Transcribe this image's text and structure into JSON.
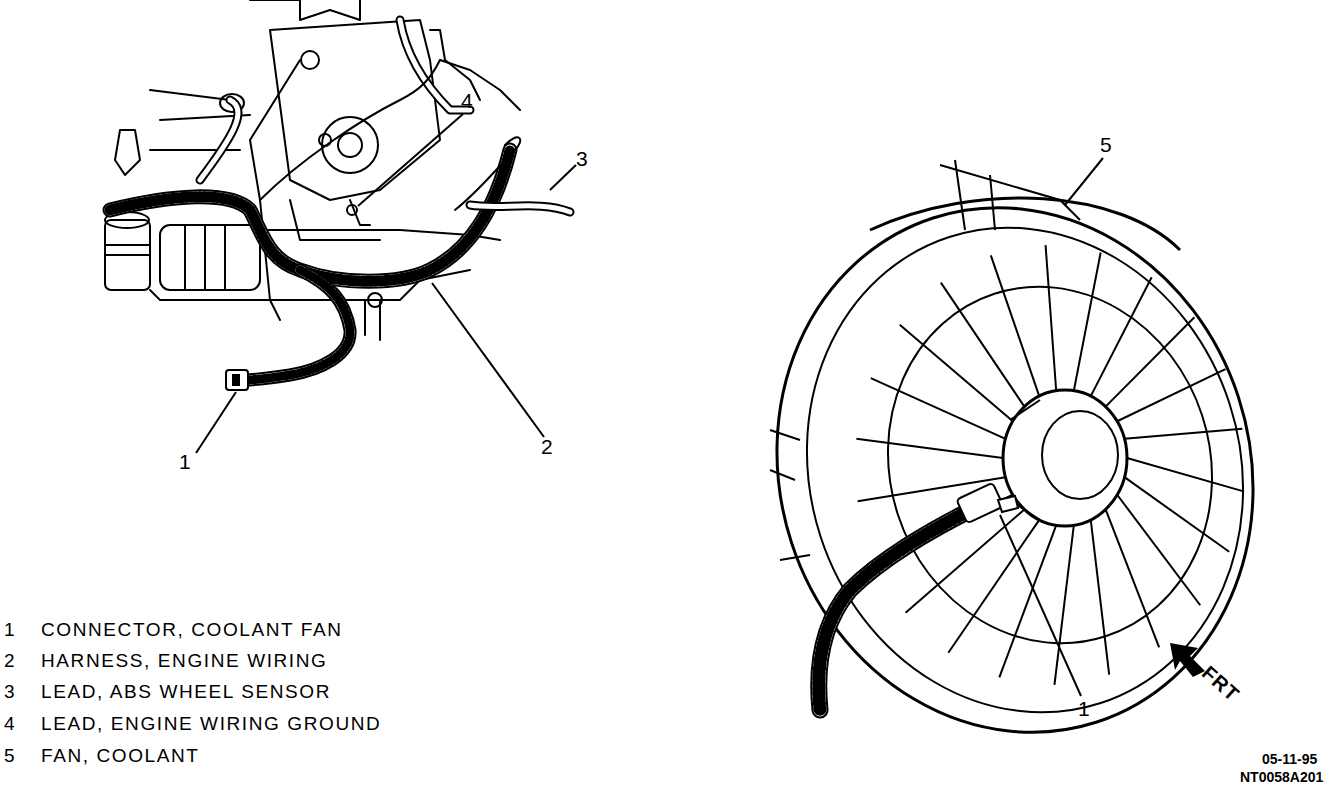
{
  "diagram": {
    "labels": [
      "4",
      "3",
      "2",
      "1",
      "5",
      "1",
      "1",
      "CONNECTOR, COOLANT FAN",
      "2",
      "HARNESS, ENGINE WIRING",
      "3",
      "LEAD, ABS WHEEL SENSOR",
      "4",
      "LEAD, ENGINE WIRING GROUND",
      "5",
      "FAN, COOLANT",
      "FRT",
      "05-11-95",
      "NT0058A201"
    ]
  }
}
